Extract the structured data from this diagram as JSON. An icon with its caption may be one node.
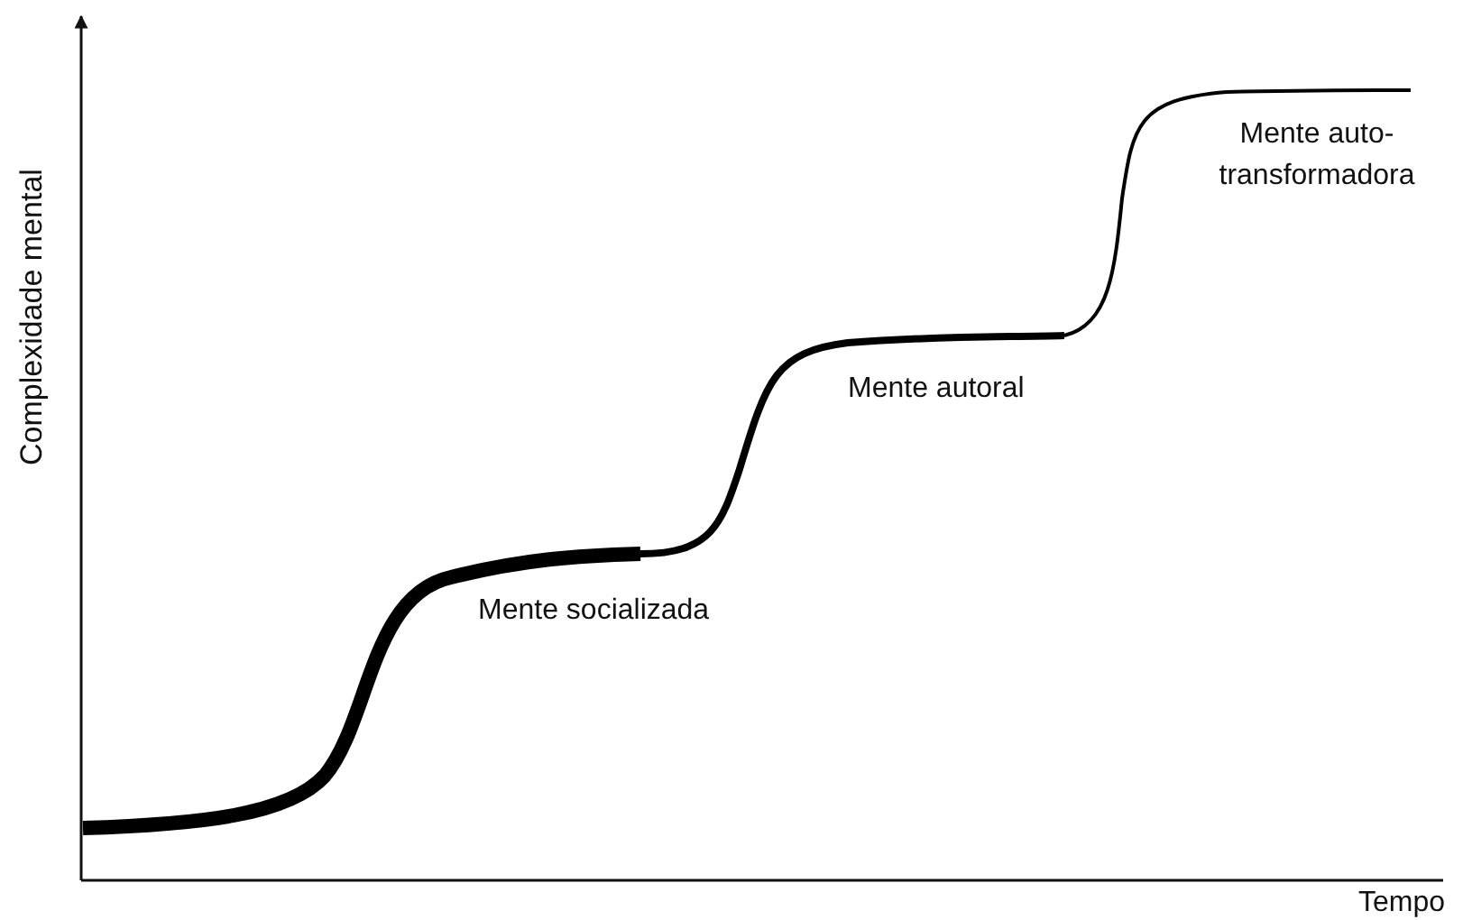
{
  "diagram": {
    "labels": [
      "Complexidade mental",
      "Mente auto-transformadora",
      "Mente autoral",
      "Mente socializada",
      "Tempo"
    ]
  }
}
